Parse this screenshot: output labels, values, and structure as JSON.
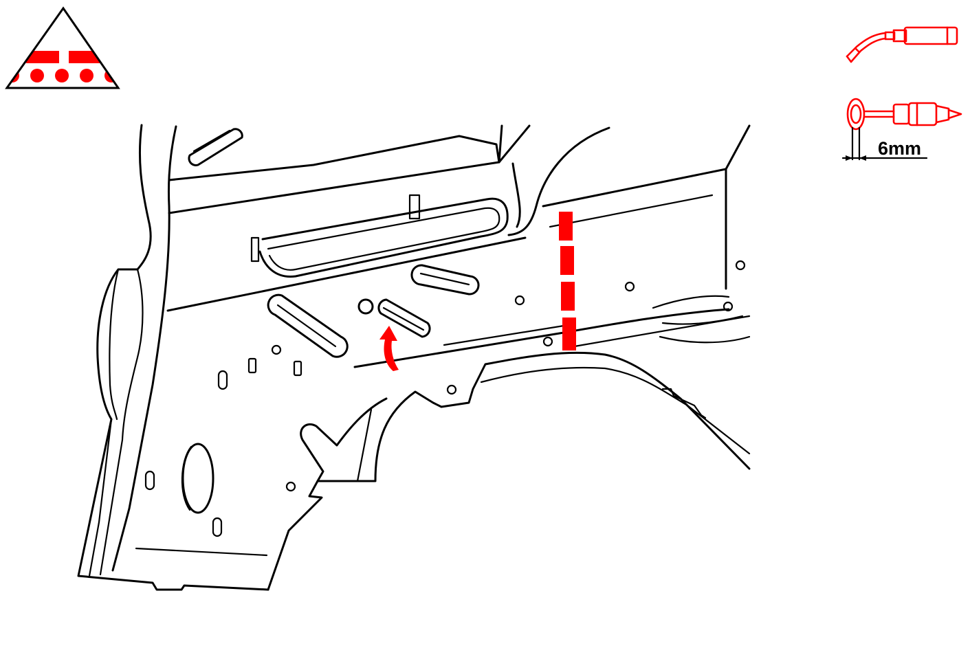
{
  "legend": {
    "weld_symbol_icon": "spot-weld-symbol",
    "mig_torch_icon": "mig-welding-torch",
    "spot_drill_icon": "spot-weld-cutter-drill",
    "drill_diameter_label": "6mm"
  },
  "colors": {
    "accent": "#ff0000",
    "line": "#000000",
    "background": "#ffffff"
  },
  "annotations": {
    "cut_line_icon": "red-dashed-cut-line",
    "direction_arrow_icon": "red-curved-arrow"
  }
}
